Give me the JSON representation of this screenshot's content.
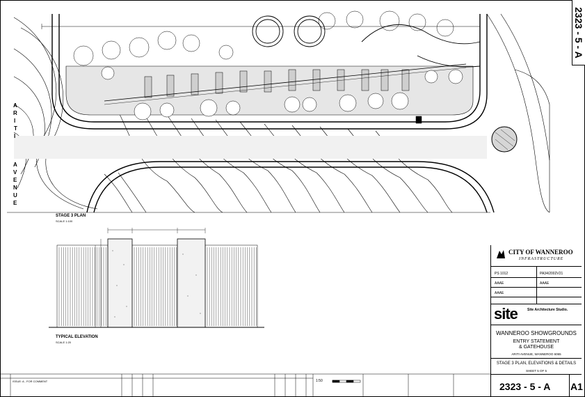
{
  "sheet_side_number": "2323 - 5 - A",
  "road_name_letters": [
    "A",
    "R",
    "I",
    "T",
    "I",
    "",
    "A",
    "V",
    "E",
    "N",
    "U",
    "E"
  ],
  "plan_title": "STAGE 3 PLAN",
  "plan_scale": "SCALE 1:100",
  "elevation_title": "TYPICAL ELEVATION",
  "elevation_scale": "SCALE 1:20",
  "client_name": "CITY OF WANNEROO",
  "client_division": "INFRASTRUCTURE",
  "project_no": "PS 1012",
  "drawing_ref": "PA34/2002V21",
  "name_a": "AAAE",
  "name_b": "AAAE",
  "name_c": "AAAE",
  "firm_logo": "site",
  "firm_name": "Site Architecture Studio.",
  "project_title": "WANNEROO SHOWGROUNDS",
  "subject_1": "ENTRY STATEMENT",
  "subject_2": "& GATEHOUSE",
  "address": "ARITI AVENUE, WANNEROO 6065",
  "sheet_desc": "STAGE 3 PLAN, ELEVATIONS & DETAILS",
  "sheet_of": "SHEET 5 OF 5",
  "drawing_number": "2323 - 5 - A",
  "sheet_size": "A1",
  "scale_bar_label": "1:50",
  "revision_row": "ISSUE: A - FOR COMMENT",
  "colors": {
    "ink": "#000000",
    "paper": "#ffffff",
    "hatch": "#bdbdbd"
  }
}
